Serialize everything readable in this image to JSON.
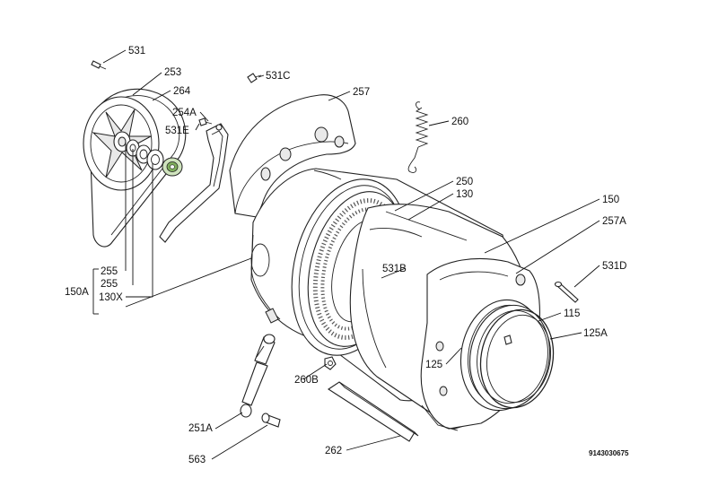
{
  "callouts": {
    "p531": "531",
    "p253": "253",
    "p264": "264",
    "p254A": "254A",
    "p531E": "531E",
    "p531C": "531C",
    "p257": "257",
    "p260": "260",
    "p250": "250",
    "p130": "130",
    "p150": "150",
    "p257A": "257A",
    "p531B": "531B",
    "p531D": "531D",
    "p115": "115",
    "p125A": "125A",
    "p125": "125",
    "p150A": "150A",
    "p255a": "255",
    "p255b": "255",
    "p130X": "130X",
    "p260B": "260B",
    "p251A": "251A",
    "p262": "262",
    "p563": "563"
  },
  "drawing_code": "9143030675",
  "colors": {
    "line": "#222222",
    "background": "#ffffff",
    "bearing_accent": "#7fae5c"
  }
}
